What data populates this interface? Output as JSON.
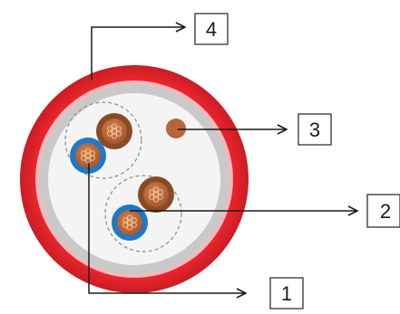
{
  "diagram": {
    "callouts": {
      "c1": {
        "label": "1"
      },
      "c2": {
        "label": "2"
      },
      "c3": {
        "label": "3"
      },
      "c4": {
        "label": "4"
      }
    },
    "colors": {
      "outer_sheath": "#e8242b",
      "sheath_edge": "#f6b9bc",
      "inner_layer": "#cfcfcf",
      "filler": "#f4f4f4",
      "copper": "#b5653a",
      "copper_dark": "#7a3f1f",
      "insulation_brown": "#8a4a26",
      "insulation_blue": "#1f78c8",
      "leader": "#1a1a1a"
    },
    "icons": [
      "arrow-right-icon"
    ]
  }
}
